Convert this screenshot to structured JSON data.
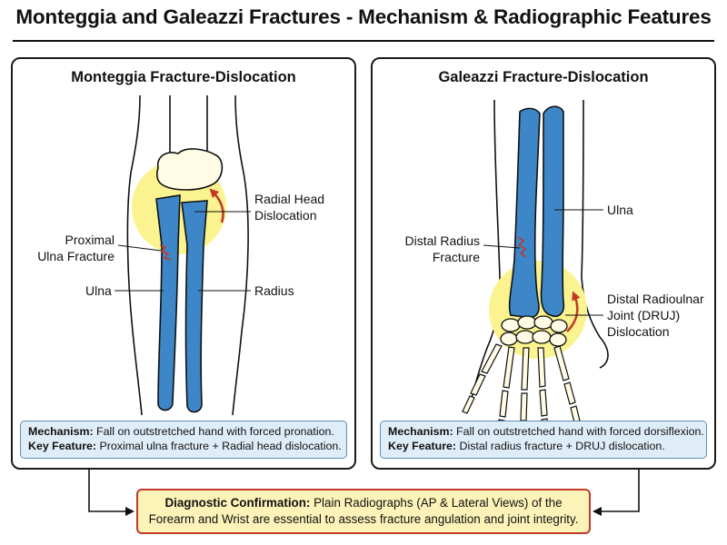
{
  "title": "Monteggia and Galeazzi Fractures - Mechanism & Radiographic Features",
  "colors": {
    "bone": "#3d86c8",
    "highlight": "#fbf38f",
    "fracture": "#c0392b",
    "info_box": "#dfedf8",
    "confirm_box": "#fdf2b8",
    "confirm_border": "#c0392b"
  },
  "monteggia": {
    "title": "Monteggia Fracture-Dislocation",
    "labels": {
      "radial_head_dislocation": [
        "Radial Head",
        "Dislocation"
      ],
      "proximal_ulna_fracture": [
        "Proximal",
        "Ulna Fracture"
      ],
      "ulna": "Ulna",
      "radius": "Radius"
    },
    "mechanism_label": "Mechanism:",
    "mechanism_text": " Fall on outstretched hand with forced pronation.",
    "key_feature_label": "Key Feature:",
    "key_feature_text": " Proximal ulna fracture + Radial head dislocation."
  },
  "galeazzi": {
    "title": "Galeazzi Fracture-Dislocation",
    "labels": {
      "ulna": "Ulna",
      "distal_radius_fracture": [
        "Distal Radius",
        "Fracture"
      ],
      "druj_dislocation": [
        "Distal Radioulnar",
        "Joint (DRUJ)",
        "Dislocation"
      ]
    },
    "mechanism_label": "Mechanism:",
    "mechanism_text": " Fall on outstretched hand with forced dorsiflexion.",
    "key_feature_label": "Key Feature:",
    "key_feature_text": " Distal radius fracture + DRUJ dislocation."
  },
  "diagnostic": {
    "label": "Diagnostic Confirmation:",
    "line1": " Plain Radiographs (AP & Lateral Views) of the",
    "line2": "Forearm and Wrist are essential to assess fracture angulation and joint integrity."
  }
}
